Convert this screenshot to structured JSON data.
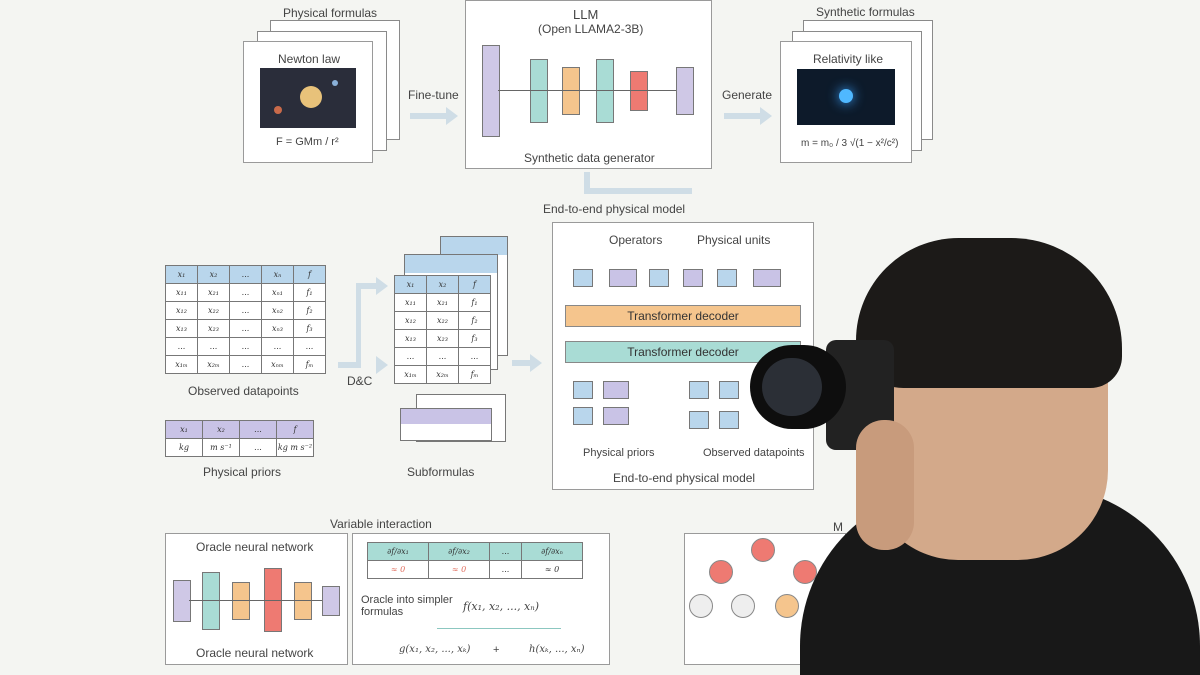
{
  "top": {
    "physical_formulas_label": "Physical formulas",
    "newton_card_title": "Newton law",
    "newton_formula": "F = GMm / r²",
    "fine_tune_label": "Fine-tune",
    "llm_title": "LLM",
    "llm_subtitle": "(Open LLAMA2-3B)",
    "llm_caption": "Synthetic data generator",
    "generate_label": "Generate",
    "synthetic_formulas_label": "Synthetic formulas",
    "relativity_card_title": "Relativity like",
    "relativity_formula": "m = m₀ / 3 √(1 − x²/c²)"
  },
  "left": {
    "observed_caption": "Observed datapoints",
    "observed_headers": [
      "x₁",
      "x₂",
      "...",
      "xₙ",
      "f"
    ],
    "observed_rows": [
      [
        "x₁₁",
        "x₂₁",
        "...",
        "xₙ₁",
        "f₁"
      ],
      [
        "x₁₂",
        "x₂₂",
        "...",
        "xₙ₂",
        "f₂"
      ],
      [
        "x₁₃",
        "x₂₃",
        "...",
        "xₙ₃",
        "f₃"
      ],
      [
        "...",
        "...",
        "...",
        "...",
        "..."
      ],
      [
        "x₁ₘ",
        "x₂ₘ",
        "...",
        "xₙₘ",
        "fₘ"
      ]
    ],
    "priors_caption": "Physical priors",
    "priors_headers": [
      "x₁",
      "x₂",
      "...",
      "f"
    ],
    "priors_row": [
      "kg",
      "m s⁻¹",
      "...",
      "kg m s⁻²"
    ],
    "dc_label": "D&C",
    "subformulas_caption": "Subformulas"
  },
  "right_model": {
    "title": "End-to-end physical model",
    "caption": "End-to-end physical model",
    "operators_label": "Operators",
    "units_label": "Physical units",
    "decoder1": "Transformer decoder",
    "decoder2": "Transformer decoder",
    "priors_label": "Physical priors",
    "observed_label": "Observed datapoints"
  },
  "bottom": {
    "variable_interaction_label": "Variable interaction",
    "oracle_title": "Oracle neural network",
    "oracle_caption": "Oracle neural network",
    "partial_headers": [
      "∂f/∂x₁",
      "∂f/∂x₂",
      "...",
      "∂f/∂xₙ"
    ],
    "partial_values": [
      "≈ 0",
      "≈ 0",
      "...",
      "≈ 0"
    ],
    "oracle_into_label": "Oracle into simpler formulas",
    "func_main": "f(x₁, x₂, ..., xₙ)",
    "func_left": "g(x₁, x₂, ..., xₖ)",
    "func_right": "h(xₖ, ..., xₙ)",
    "func_plus": "+",
    "mcts_label": "M"
  },
  "colors": {
    "teal": "#a9dcd5",
    "orange": "#f5c58d",
    "purple": "#cfc8e6",
    "red": "#ee7a72",
    "blue_header": "#b9d6ec"
  }
}
